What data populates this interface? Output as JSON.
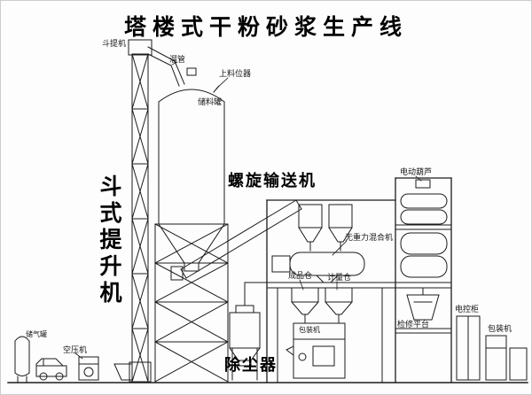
{
  "title": "塔楼式干粉砂浆生产线",
  "colors": {
    "ink": "#1c1c1c",
    "background": "#fdfdfd",
    "bold_text": "#000000"
  },
  "labels": {
    "bucket_elevator": "斗式提升机",
    "elevator_head": "斗提机",
    "chute": "溜管",
    "level_indicator": "上料位器",
    "storage_tank": "储料罐",
    "screw_conveyor": "螺旋输送机",
    "gravity_free_mixer": "无重力混合机",
    "finished_product_bin": "成品仓",
    "weighing_bin": "计量仓",
    "electric_hoist": "电动葫芦",
    "service_platform": "检修平台",
    "control_cabinet": "电控柜",
    "packing_machine_right": "包装机",
    "packing_machine_center": "包装机",
    "air_compressor": "空压机",
    "air_tank": "储气罐",
    "dust_collector": "除尘器"
  }
}
